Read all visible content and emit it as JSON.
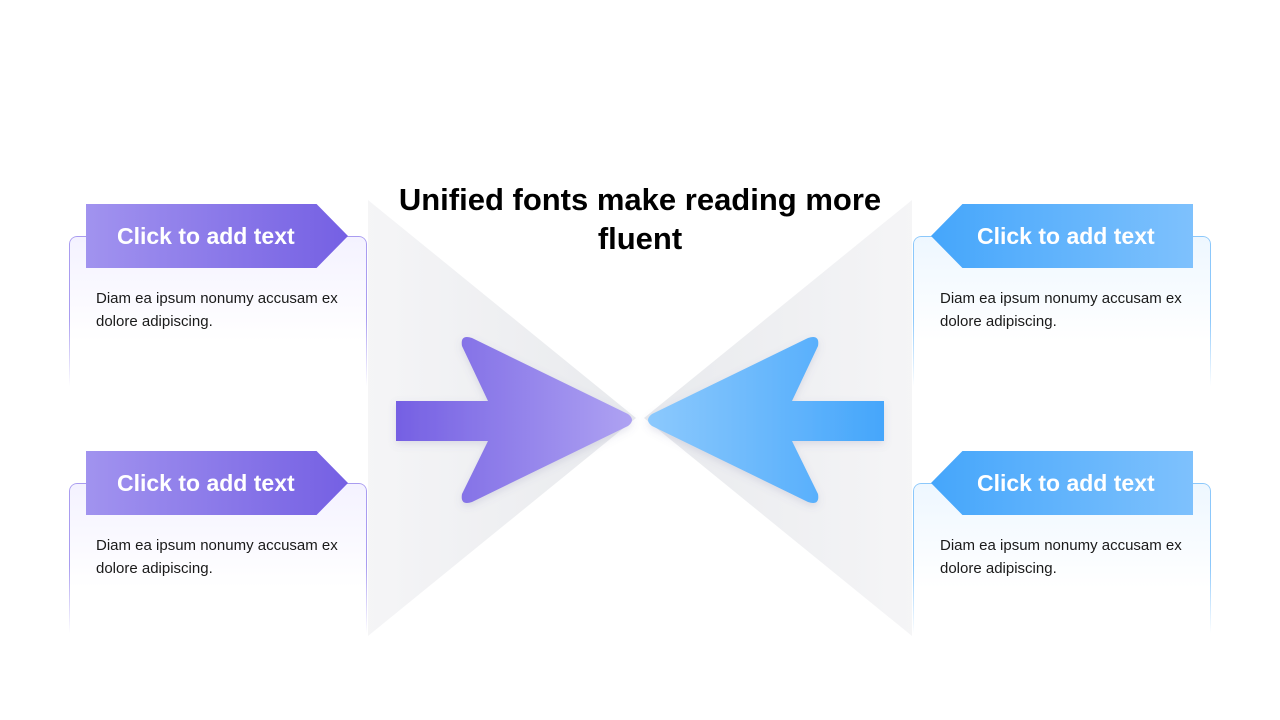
{
  "title": "Unified fonts make reading more fluent",
  "colors": {
    "purple_start": "#a193ef",
    "purple_end": "#7560e3",
    "blue_start": "#45a6fb",
    "blue_end": "#7ec1fd"
  },
  "left_items": [
    {
      "label": "Click to add text",
      "description": "Diam ea ipsum nonumy accusam ex dolore adipiscing."
    },
    {
      "label": "Click to add text",
      "description": "Diam ea ipsum nonumy accusam ex dolore adipiscing."
    }
  ],
  "right_items": [
    {
      "label": "Click to add text",
      "description": "Diam ea ipsum nonumy accusam ex dolore adipiscing."
    },
    {
      "label": "Click to add text",
      "description": "Diam ea ipsum nonumy accusam ex dolore adipiscing."
    }
  ],
  "icons": {
    "left_arrow": "arrow-right-icon",
    "right_arrow": "arrow-left-icon"
  }
}
